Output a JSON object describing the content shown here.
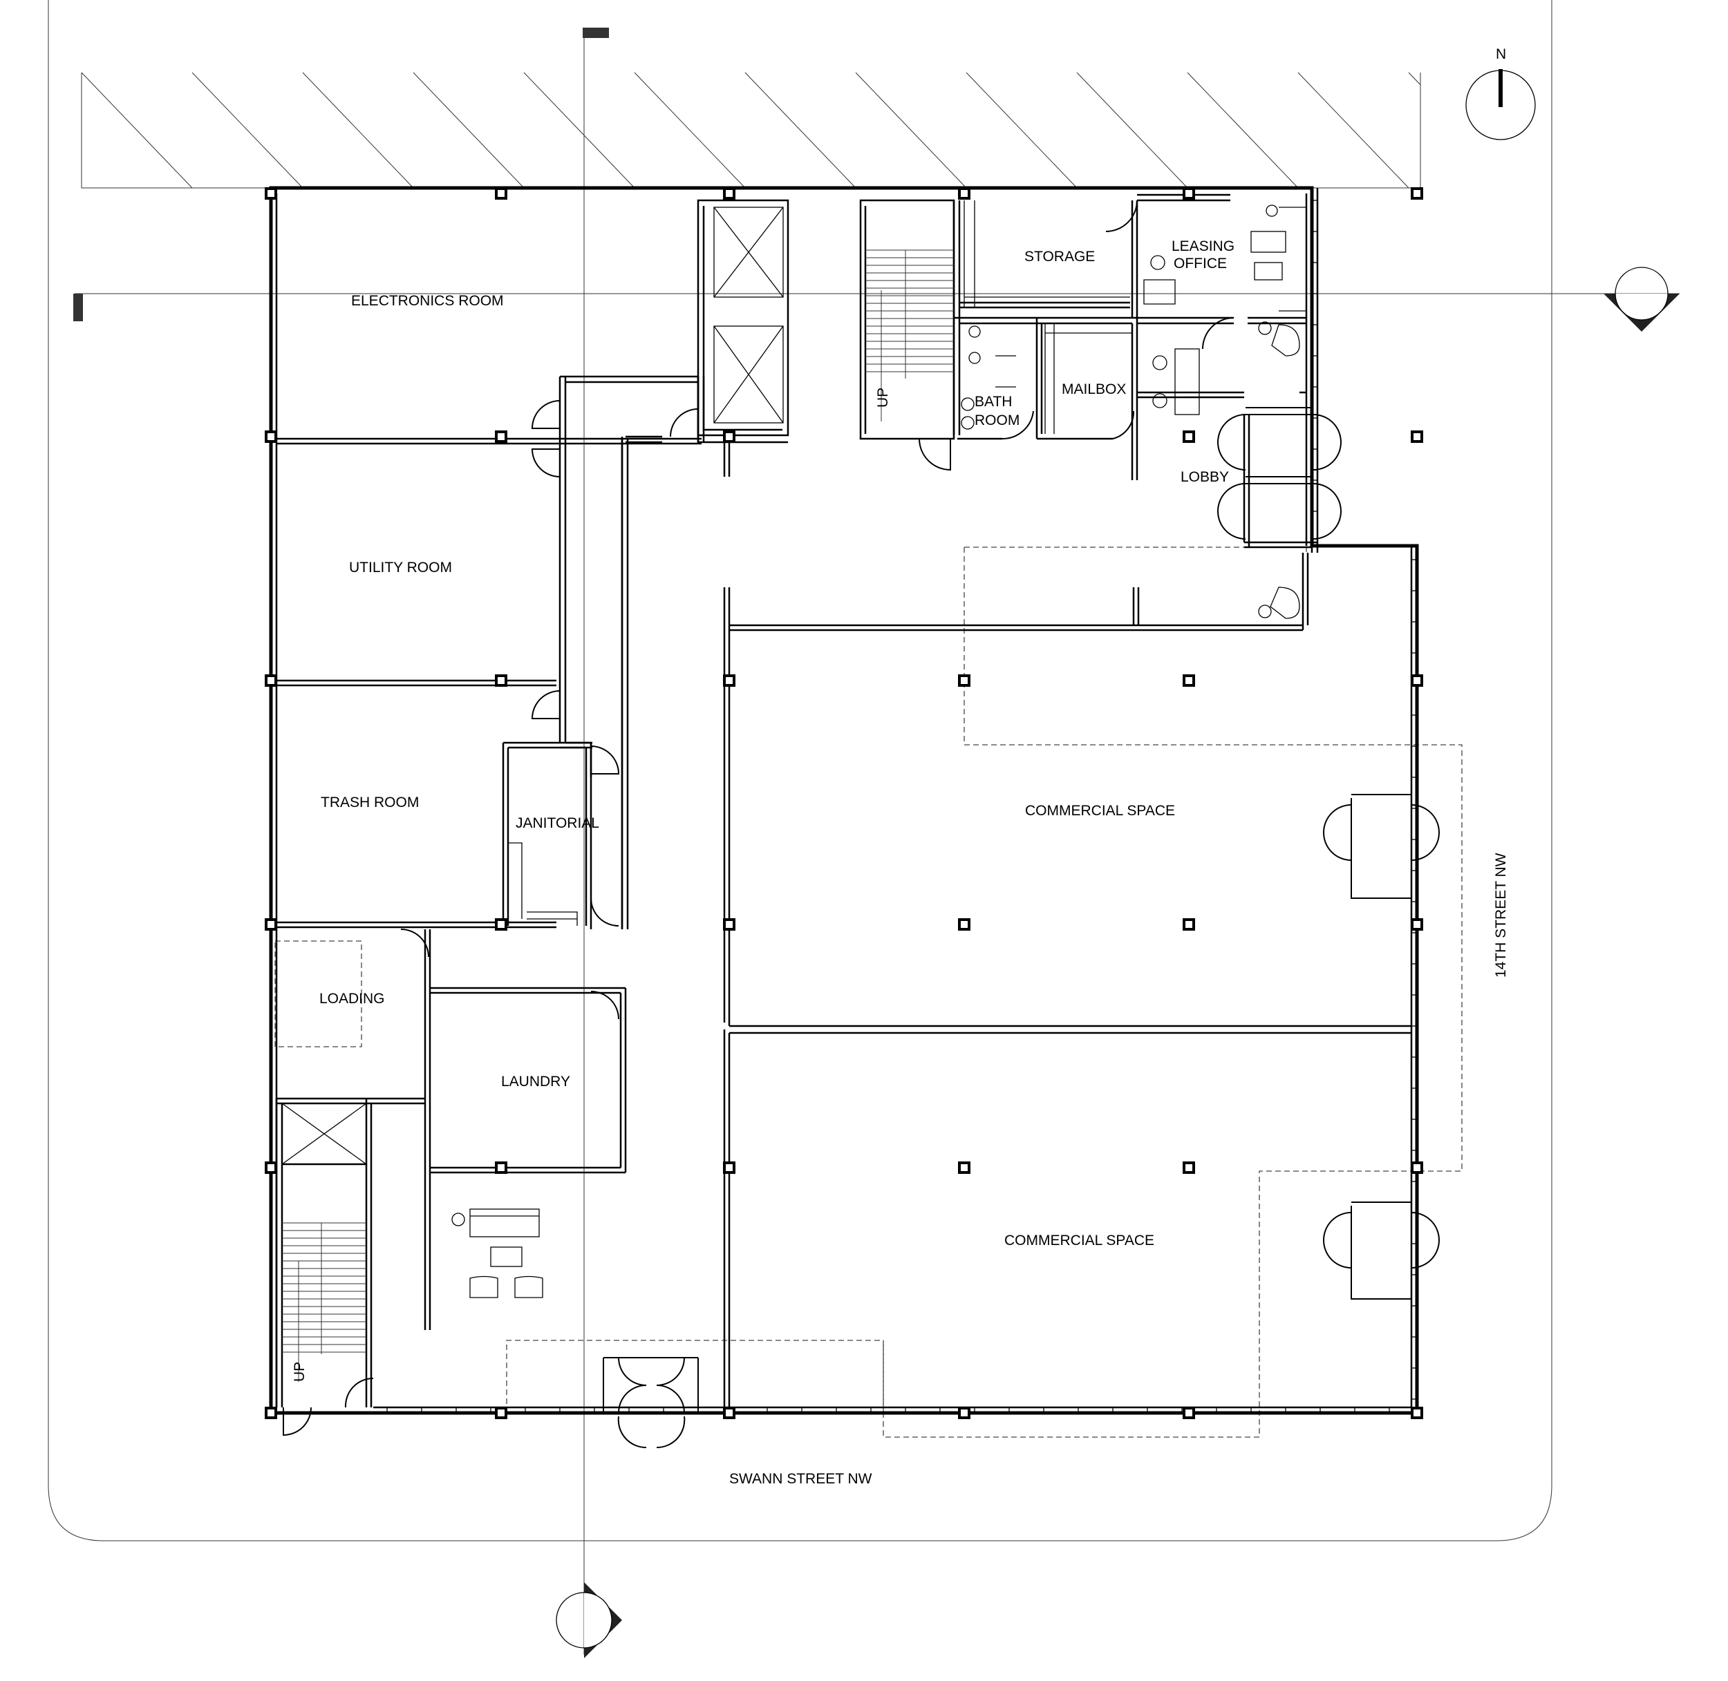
{
  "rooms": {
    "electronics": "ELECTRONICS ROOM",
    "utility": "UTILITY ROOM",
    "trash": "TRASH ROOM",
    "janitorial": "JANITORIAL",
    "loading": "LOADING",
    "laundry": "LAUNDRY",
    "storage": "STORAGE",
    "leasing_line1": "LEASING",
    "leasing_line2": "OFFICE",
    "bath_line1": "BATH",
    "bath_line2": "ROOM",
    "mailbox": "MAILBOX",
    "lobby": "LOBBY",
    "commercial_upper": "COMMERCIAL SPACE",
    "commercial_lower": "COMMERCIAL SPACE"
  },
  "stairs": {
    "upper_up": "UP",
    "lower_up": "UP"
  },
  "streets": {
    "south": "SWANN STREET NW",
    "east": "14TH STREET NW"
  },
  "north_arrow": {
    "label": "N"
  }
}
